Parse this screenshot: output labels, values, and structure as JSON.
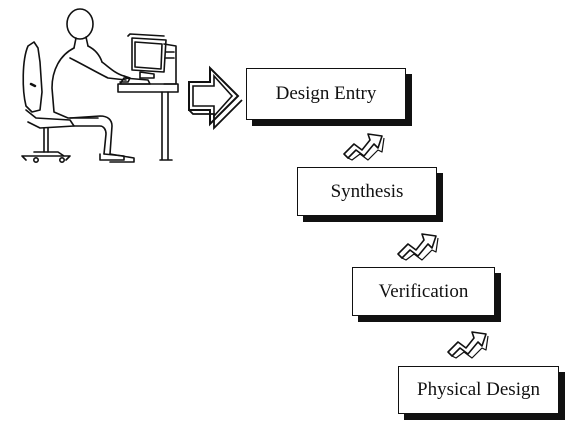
{
  "diagram": {
    "steps": [
      {
        "label": "Design Entry"
      },
      {
        "label": "Synthesis"
      },
      {
        "label": "Verification"
      },
      {
        "label": "Physical Design"
      }
    ],
    "colors": {
      "stroke": "#111111",
      "background": "#ffffff"
    },
    "icons": {
      "designer": "person-at-computer-icon",
      "start_arrow": "block-arrow-right-icon",
      "connector": "zigzag-arrow-icon"
    }
  }
}
